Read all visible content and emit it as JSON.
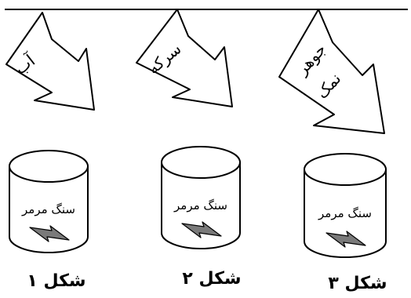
{
  "panels": [
    {
      "reagent": [
        "آب"
      ],
      "container_label": "سنگ مرمر",
      "caption": "شکل ۱"
    },
    {
      "reagent": [
        "سرکه"
      ],
      "container_label": "سنگ مرمر",
      "caption": "شکل ۲"
    },
    {
      "reagent": [
        "جوهر",
        "نمک"
      ],
      "container_label": "سنگ مرمر",
      "caption": "شکل ۳"
    }
  ],
  "colors": {
    "stroke": "#000000",
    "background": "#ffffff",
    "lightning": "#7a7a7a"
  },
  "icons": {
    "arrow": "down-right-arrow-icon",
    "symbol": "lightning-icon"
  }
}
